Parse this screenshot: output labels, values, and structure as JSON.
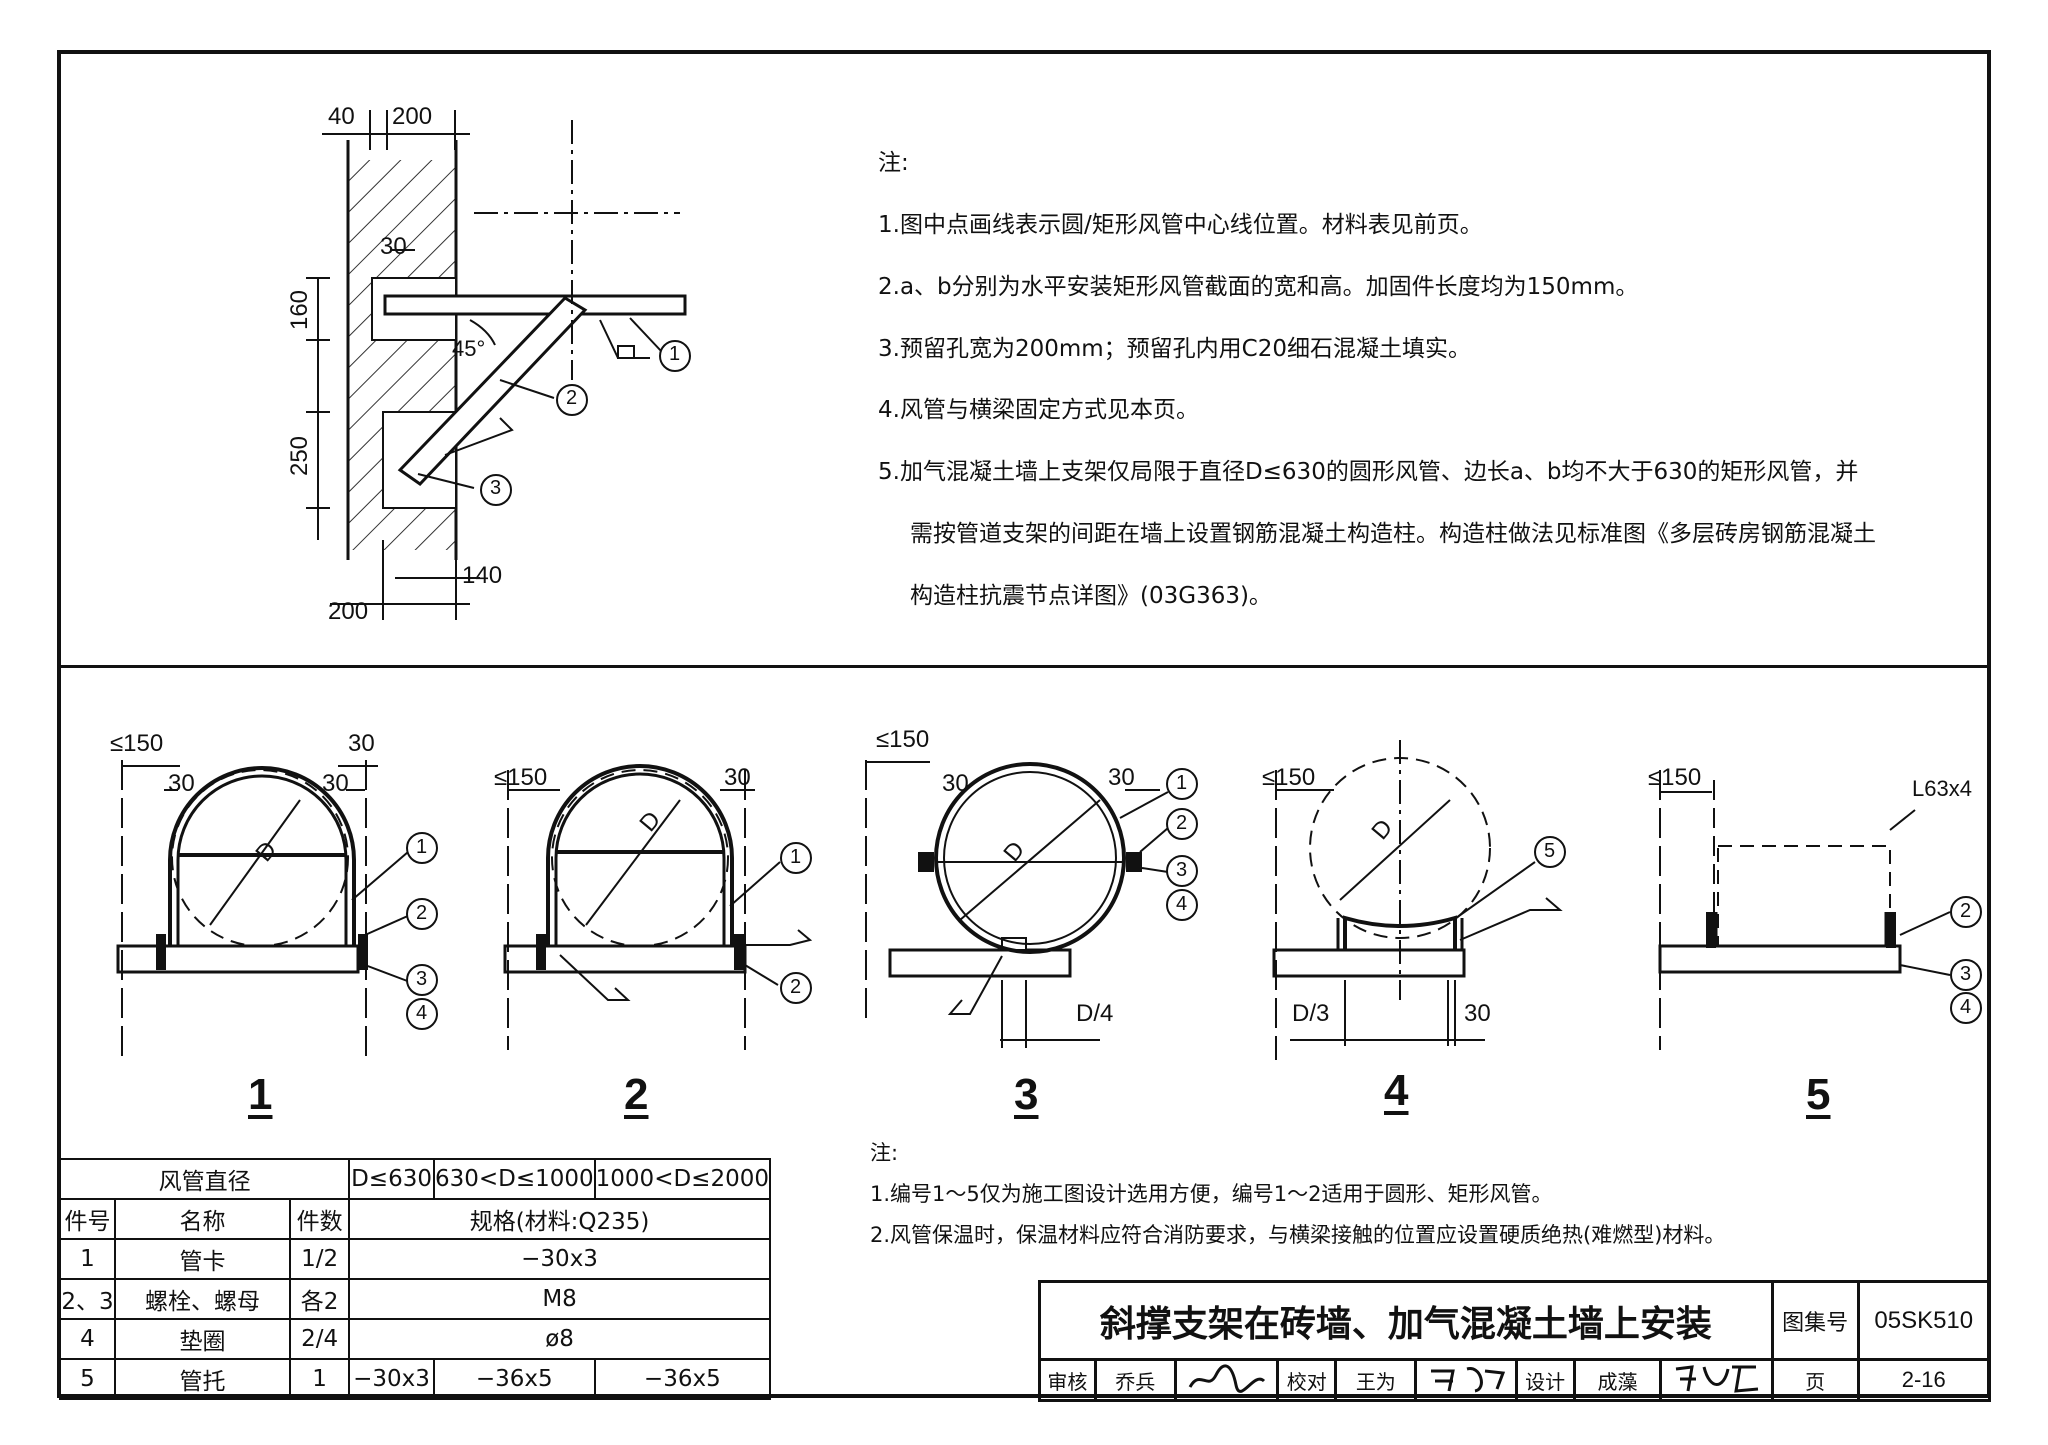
{
  "top_notes": {
    "heading": "注:",
    "n1": "1.图中点画线表示圆/矩形风管中心线位置。材料表见前页。",
    "n2": "2.a、b分别为水平安装矩形风管截面的宽和高。加固件长度均为150mm。",
    "n3": "3.预留孔宽为200mm；预留孔内用C20细石混凝土填实。",
    "n4": "4.风管与横梁固定方式见本页。",
    "n5a": "5.加气混凝土墙上支架仅局限于直径D≤630的圆形风管、边长a、b均不大于630的矩形风管，并",
    "n5b": "需按管道支架的间距在墙上设置钢筋混凝土构造柱。构造柱做法见标准图《多层砖房钢筋混凝土",
    "n5c": "构造柱抗震节点详图》(03G363)。"
  },
  "wall_detail": {
    "dim_40": "40",
    "dim_200_top": "200",
    "dim_30": "30",
    "dim_160": "160",
    "angle": "45°",
    "dim_250": "250",
    "dim_140": "140",
    "dim_200_bottom": "200",
    "callout_1": "1",
    "callout_2": "2",
    "callout_3": "3"
  },
  "figures": [
    {
      "label": "1",
      "d": "D",
      "dim_left": "≤150",
      "dim_30_in": "30",
      "dim_30_in2": "30",
      "dim_30_top": "30",
      "callouts": [
        "1",
        "2",
        "3",
        "4"
      ]
    },
    {
      "label": "2",
      "d": "D",
      "dim_left": "≤150",
      "dim_30": "30",
      "callouts": [
        "1",
        "2"
      ]
    },
    {
      "label": "3",
      "d": "D",
      "dim_left": "≤150",
      "dim_30_a": "30",
      "dim_30_b": "30",
      "dim_d4": "D/4",
      "callouts": [
        "1",
        "2",
        "3",
        "4"
      ]
    },
    {
      "label": "4",
      "d": "D",
      "dim_left": "≤150",
      "dim_d3": "D/3",
      "dim_30": "30",
      "callouts": [
        "5"
      ]
    },
    {
      "label": "5",
      "dim_left": "≤150",
      "angle_label": "L63x4",
      "callouts": [
        "2",
        "3",
        "4"
      ]
    }
  ],
  "bottom_notes": {
    "heading": "注:",
    "n1": "1.编号1～5仅为施工图设计选用方便，编号1～2适用于圆形、矩形风管。",
    "n2": "2.风管保温时，保温材料应符合消防要求，与横梁接触的位置应设置硬质绝热(难燃型)材料。"
  },
  "material_table": {
    "duct_diameter": "风管直径",
    "ranges": [
      "D≤630",
      "630<D≤1000",
      "1000<D≤2000"
    ],
    "col_part_no": "件号",
    "col_name": "名称",
    "col_qty": "件数",
    "col_spec": "规格(材料:Q235)",
    "rows": [
      {
        "no": "1",
        "name": "管卡",
        "qty": "1/2",
        "spec": "−30x3"
      },
      {
        "no": "2、3",
        "name": "螺栓、螺母",
        "qty": "各2",
        "spec": "M8"
      },
      {
        "no": "4",
        "name": "垫圈",
        "qty": "2/4",
        "spec": "ø8"
      },
      {
        "no": "5",
        "name": "管托",
        "qty": "1",
        "specs": [
          "−30x3",
          "−36x5",
          "−36x5"
        ]
      }
    ]
  },
  "title_block": {
    "title": "斜撑支架在砖墙、加气混凝土墙上安装",
    "atlas_label": "图集号",
    "atlas_no": "05SK510",
    "review_label": "审核",
    "reviewer": "乔兵",
    "check_label": "校对",
    "checker": "王为",
    "design_label": "设计",
    "designer": "成藻",
    "page_label": "页",
    "page_no": "2-16"
  }
}
